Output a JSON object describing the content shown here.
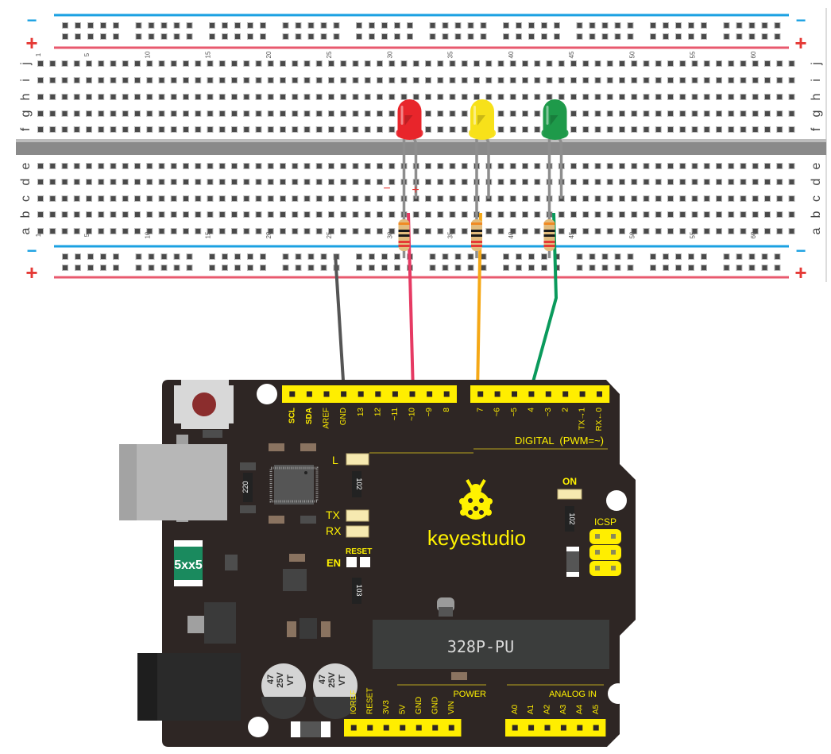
{
  "breadboard": {
    "row_letters_top": [
      "j",
      "i",
      "h",
      "g",
      "f"
    ],
    "row_letters_bottom": [
      "e",
      "d",
      "c",
      "b",
      "a"
    ],
    "column_numbers": [
      "1",
      "5",
      "10",
      "15",
      "20",
      "25",
      "30",
      "35",
      "40",
      "45",
      "50",
      "55",
      "60"
    ],
    "rail_minus": "−",
    "rail_plus": "+"
  },
  "leds": [
    {
      "name": "red-led",
      "color": "#e8252b",
      "column": 31
    },
    {
      "name": "yellow-led",
      "color": "#f7e11a",
      "column": 37
    },
    {
      "name": "green-led",
      "color": "#1e9a4a",
      "column": 43
    }
  ],
  "polarity": {
    "minus": "−",
    "plus": "+"
  },
  "wires": [
    {
      "name": "gnd-wire",
      "color": "#555555",
      "from": "rail -",
      "to": "GND"
    },
    {
      "name": "red-wire",
      "color": "#e63a63",
      "from": "red LED +",
      "to": "~10"
    },
    {
      "name": "yellow-wire",
      "color": "#f5a816",
      "from": "yellow LED +",
      "to": "7"
    },
    {
      "name": "green-wire",
      "color": "#0a9a5c",
      "from": "green LED +",
      "to": "4"
    }
  ],
  "arduino": {
    "header_left_pins": [
      "SCL",
      "SDA",
      "AREF",
      "GND",
      "13",
      "12",
      "~11",
      "~10",
      "~9",
      "8"
    ],
    "header_right_pins": [
      "7",
      "~6",
      "~5",
      "4",
      "~3",
      "2",
      "TX→1",
      "RX←0"
    ],
    "digital_label": "DIGITAL  (PWM=~)",
    "led_labels": {
      "l": "L",
      "tx": "TX",
      "rx": "RX",
      "on": "ON"
    },
    "reset_label": "RESET",
    "en_label": "EN",
    "icsp_label": "ICSP",
    "brand": "keyestudio",
    "chip_label": "328P-PU",
    "resistor_codes": {
      "r220": "220",
      "r102a": "102",
      "r102b": "102",
      "r103": "103"
    },
    "fuse_label": "5xx5",
    "capacitor_text": [
      "47",
      "25V",
      "VT"
    ],
    "power_label": "POWER",
    "analog_label": "ANALOG IN",
    "power_pins": [
      "IOREF",
      "RESET",
      "3V3",
      "5V",
      "GND",
      "GND",
      "VIN"
    ],
    "analog_pins": [
      "A0",
      "A1",
      "A2",
      "A3",
      "A4",
      "A5"
    ]
  },
  "colors": {
    "board": "#2e2624",
    "header_yellow": "#ffee00",
    "silk_yellow": "#fff200",
    "rail_blue": "#1ba1e2",
    "rail_red": "#e8596e",
    "hole": "#4a4a4a"
  }
}
